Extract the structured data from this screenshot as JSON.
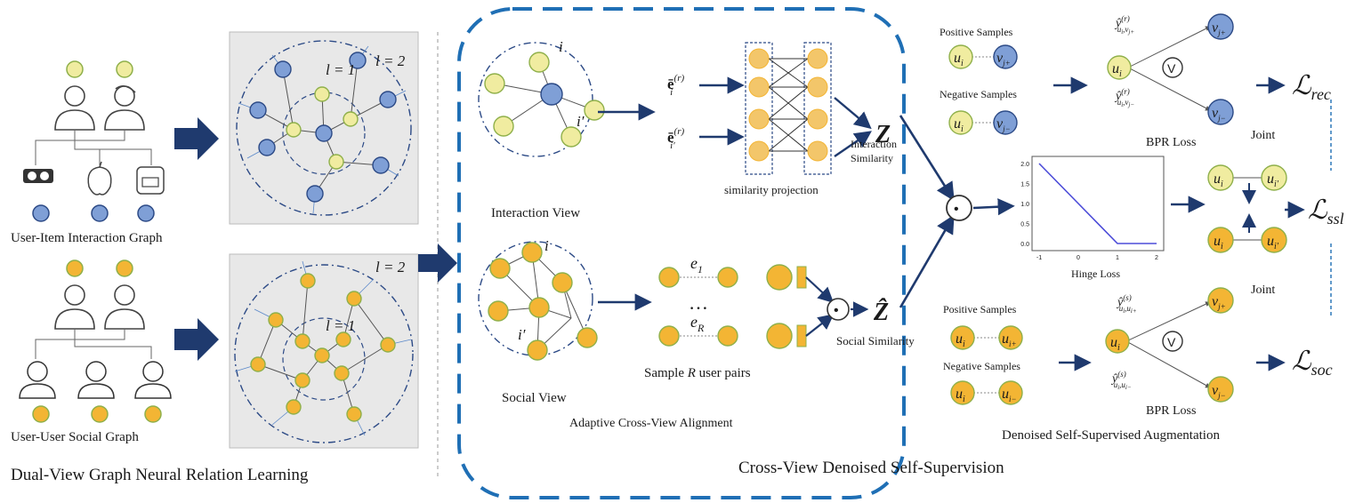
{
  "colors": {
    "arrow": "#1f3a6e",
    "dash_blue": "#1f6fb5",
    "item_node": "#7f9fd6",
    "user_node": "#f0eca0",
    "social_node": "#f3b534",
    "box_gray": "#e8e8e8",
    "hinge_line": "#4b4bd8"
  },
  "left_panel": {
    "interaction_graph_label": "User-Item Interaction Graph",
    "social_graph_label": "User-User Social Graph",
    "layer_l1": "l = 1",
    "layer_l2": "l = 2",
    "section_title": "Dual-View Graph Neural Relation Learning"
  },
  "middle_panel": {
    "interaction_view_label": "Interaction View",
    "social_view_label": "Social View",
    "node_i": "i",
    "node_i_prime": "i′",
    "embedding_i": "ē",
    "embedding_sup": "(r)",
    "embedding_sub_i": "i",
    "embedding_sub_ip": "i′",
    "similarity_projection": "similarity projection",
    "z": "Z",
    "z_hat": "Ẑ",
    "interaction_similarity_1": "Interaction",
    "interaction_similarity_2": "Similarity",
    "social_similarity": "Social Similarity",
    "e1": "e",
    "e1_sub": "1",
    "eR": "e",
    "eR_sub": "R",
    "ellipsis": "…",
    "sample_pairs_1": "Sample ",
    "sample_pairs_R": "R",
    "sample_pairs_2": " user pairs",
    "adaptive_alignment": "Adaptive Cross-View Alignment",
    "section_title": "Cross-View Denoised Self-Supervision",
    "dot_symbol": "•"
  },
  "right_panel": {
    "positive_samples": "Positive Samples",
    "negative_samples": "Negative Samples",
    "bpr_loss": "BPR Loss",
    "hinge_loss": "Hinge Loss",
    "joint": "Joint",
    "loss_rec": "ℒ",
    "loss_rec_sub": "rec",
    "loss_ssl": "ℒ",
    "loss_ssl_sub": "ssl",
    "loss_soc": "ℒ",
    "loss_soc_sub": "soc",
    "u_i": "u",
    "u_sub": "i",
    "v_j_plus": "v",
    "v_j_plus_sub": "j+",
    "v_j_minus": "v",
    "v_j_minus_sub": "j−",
    "u_i_prime_sub": "i′",
    "u_i_plus_sub": "i+",
    "u_i_minus_sub": "i−",
    "y_hat": "ŷ",
    "y_r_pos": "(r)",
    "y_r_pos_sub": "u",
    "y_r_pos_sub2": "i",
    "y_r_pos_sub3": ",v",
    "y_r_pos_sub4": "j+",
    "y_r_neg_sub4": "j−",
    "y_s_sup": "(s)",
    "y_s_pos_sub3": ",u",
    "y_s_pos_sub4": "i+",
    "y_s_neg_sub4": "i−",
    "vee": "V",
    "section_title": "Denoised Self-Supervised Augmentation"
  },
  "hinge_chart": {
    "y_ticks": [
      "0.0",
      "0.5",
      "1.0",
      "1.5",
      "2.0"
    ],
    "x_ticks": [
      "-1",
      "0",
      "1",
      "2"
    ]
  },
  "chart_data": {
    "type": "line",
    "title": "Hinge Loss",
    "xlabel": "",
    "ylabel": "",
    "xlim": [
      -1,
      2
    ],
    "ylim": [
      0,
      2
    ],
    "x": [
      -1,
      0,
      1,
      2
    ],
    "y": [
      2,
      1,
      0,
      0
    ],
    "x_ticks": [
      "-1",
      "0",
      "1",
      "2"
    ],
    "y_ticks": [
      "0.0",
      "0.5",
      "1.0",
      "1.5",
      "2.0"
    ]
  }
}
